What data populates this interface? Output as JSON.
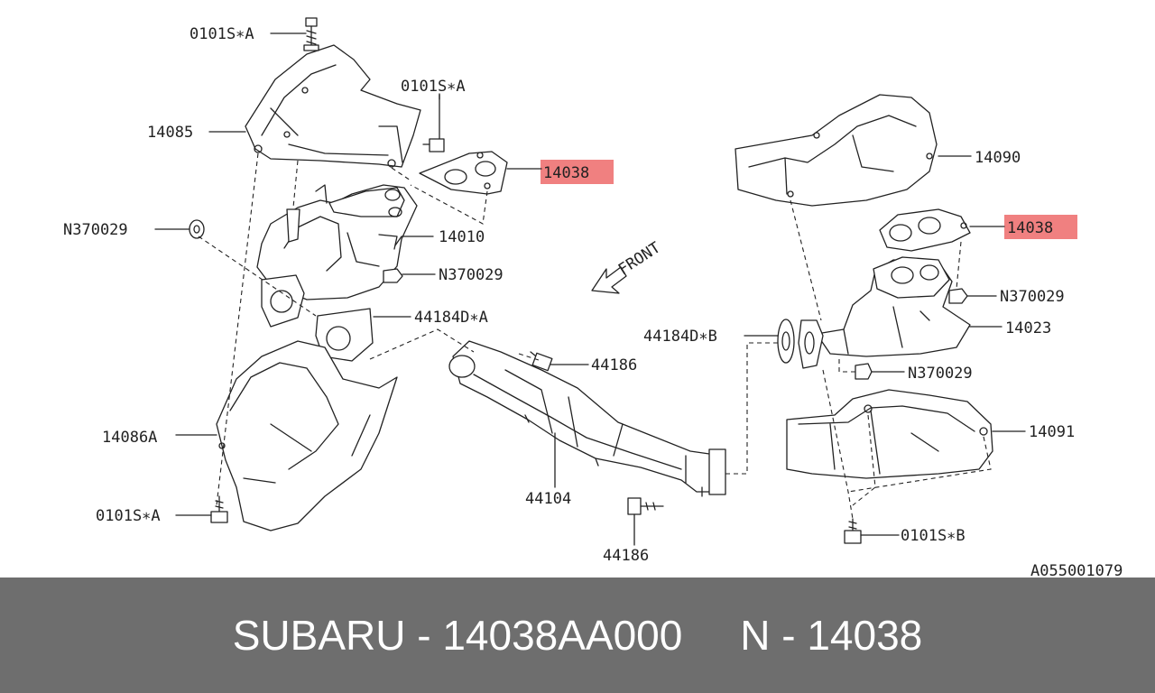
{
  "labels": {
    "bolt_top_a": "0101S∗A",
    "bolt_mid_a": "0101S∗A",
    "cover_left_upper": "14085",
    "gasket_left": "14038",
    "nut_left_upper": "N370029",
    "pipe_left": "14010",
    "nut_left_lower": "N370029",
    "gasket_44184_a": "44184D∗A",
    "cover_left_lower": "14086A",
    "bolt_bottom_a": "0101S∗A",
    "front_arrow": "FRONT",
    "bolt_44186_upper": "44186",
    "catalytic_pipe": "44104",
    "bolt_44186_lower": "44186",
    "cover_right_upper": "14090",
    "gasket_right": "14038",
    "nut_right_upper": "N370029",
    "gasket_44184_b": "44184D∗B",
    "pipe_right": "14023",
    "nut_right_lower": "N370029",
    "cover_right_lower": "14091",
    "bolt_right_b": "0101S∗B",
    "diagram_code": "A055001079"
  },
  "highlight_color": "#f08080",
  "footer": {
    "text": "SUBARU - 14038AA000     N - 14038",
    "background": "#6e6e6e",
    "color": "#ffffff"
  }
}
